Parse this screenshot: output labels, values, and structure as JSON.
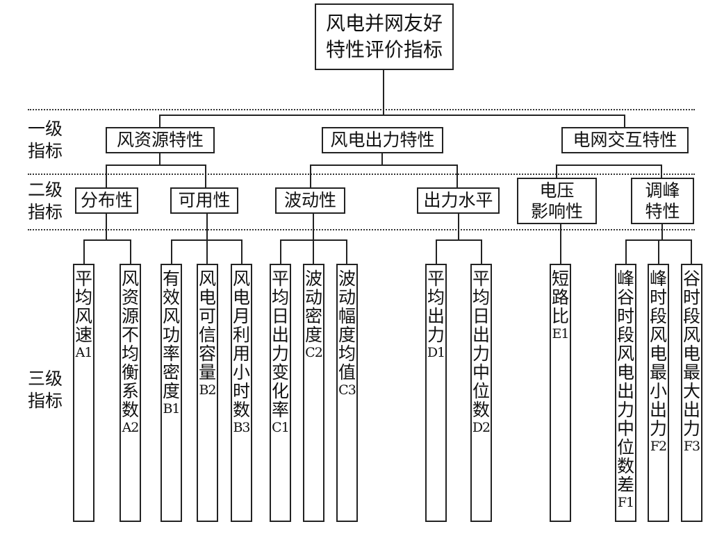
{
  "root": {
    "line1": "风电并网友好",
    "line2": "特性评价指标"
  },
  "levels": {
    "l1": {
      "a": "一级",
      "b": "指标"
    },
    "l2": {
      "a": "二级",
      "b": "指标"
    },
    "l3": {
      "a": "三级",
      "b": "指标"
    }
  },
  "level1": [
    "风资源特性",
    "风电出力特性",
    "电网交互特性"
  ],
  "level2": [
    {
      "line1": "分布性",
      "line2": ""
    },
    {
      "line1": "可用性",
      "line2": ""
    },
    {
      "line1": "波动性",
      "line2": ""
    },
    {
      "line1": "出力水平",
      "line2": ""
    },
    {
      "line1": "电压",
      "line2": "影响性"
    },
    {
      "line1": "调峰",
      "line2": "特性"
    }
  ],
  "level3": [
    {
      "text": "平均风速",
      "code": "A1"
    },
    {
      "text": "风资源不均衡系数",
      "code": "A2"
    },
    {
      "text": "有效风功率密度",
      "code": "B1"
    },
    {
      "text": "风电可信容量",
      "code": "B2"
    },
    {
      "text": "风电月利用小时数",
      "code": "B3"
    },
    {
      "text": "平均日出力变化率",
      "code": "C1"
    },
    {
      "text": "波动密度",
      "code": "C2"
    },
    {
      "text": "波动幅度均值",
      "code": "C3"
    },
    {
      "text": "平均出力",
      "code": "D1"
    },
    {
      "text": "平均日出力中位数",
      "code": "D2"
    },
    {
      "text": "短路比",
      "code": "E1"
    },
    {
      "text": "峰谷时段风电出力中位数差",
      "code": "F1"
    },
    {
      "text": "峰时段风电最小出力",
      "code": "F2"
    },
    {
      "text": "谷时段风电最大出力",
      "code": "F3"
    }
  ]
}
